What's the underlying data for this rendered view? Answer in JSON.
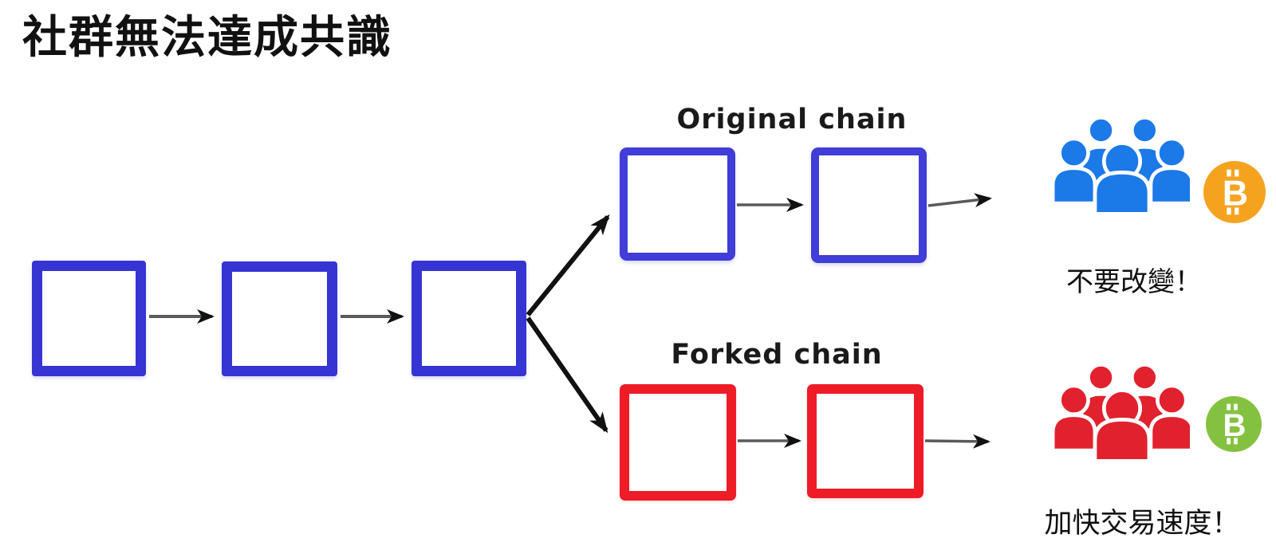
{
  "title": "社群無法達成共識",
  "colors": {
    "chain_blue": "#3634d3",
    "chain_blue_light": "#403dd8",
    "chain_red": "#ee1c26",
    "crowd_blue": "#1b79e8",
    "crowd_red": "#e2212e",
    "coin_orange": "#f5a31f",
    "coin_green": "#85c141",
    "arrow_thin": "#5a5a5a",
    "arrow_black": "#111111",
    "text": "#111111"
  },
  "main_chain": {
    "block_count": 3
  },
  "original_chain": {
    "label": "Original chain",
    "block_count": 2,
    "caption": "不要改變！",
    "coin_letter": "B"
  },
  "forked_chain": {
    "label": "Forked chain",
    "block_count": 2,
    "caption": "加快交易速度！",
    "coin_letter": "B"
  }
}
